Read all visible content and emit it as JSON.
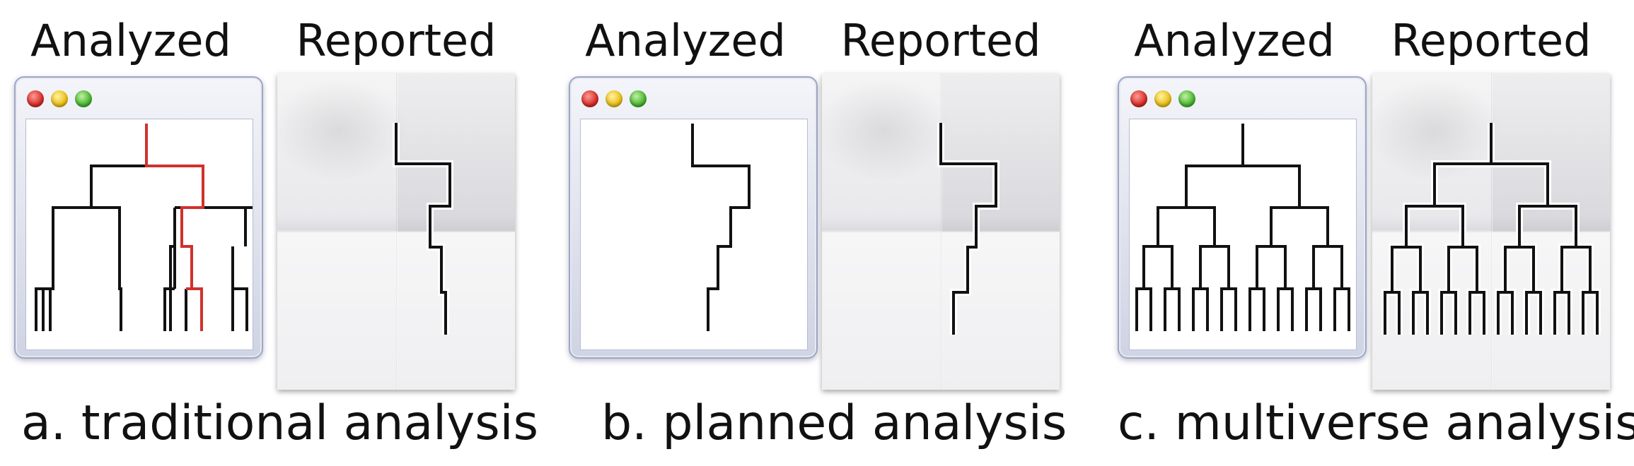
{
  "panels": [
    {
      "analyzed_label": "Analyzed",
      "reported_label": "Reported",
      "caption": "a. traditional analysis"
    },
    {
      "analyzed_label": "Analyzed",
      "reported_label": "Reported",
      "caption": "b. planned analysis"
    },
    {
      "analyzed_label": "Analyzed",
      "reported_label": "Reported",
      "caption": "c. multiverse analysis"
    }
  ],
  "colors": {
    "tree": "#111111",
    "highlight": "#d0312d",
    "window_frame": "#9ea6c2",
    "paper": "#ececee"
  }
}
